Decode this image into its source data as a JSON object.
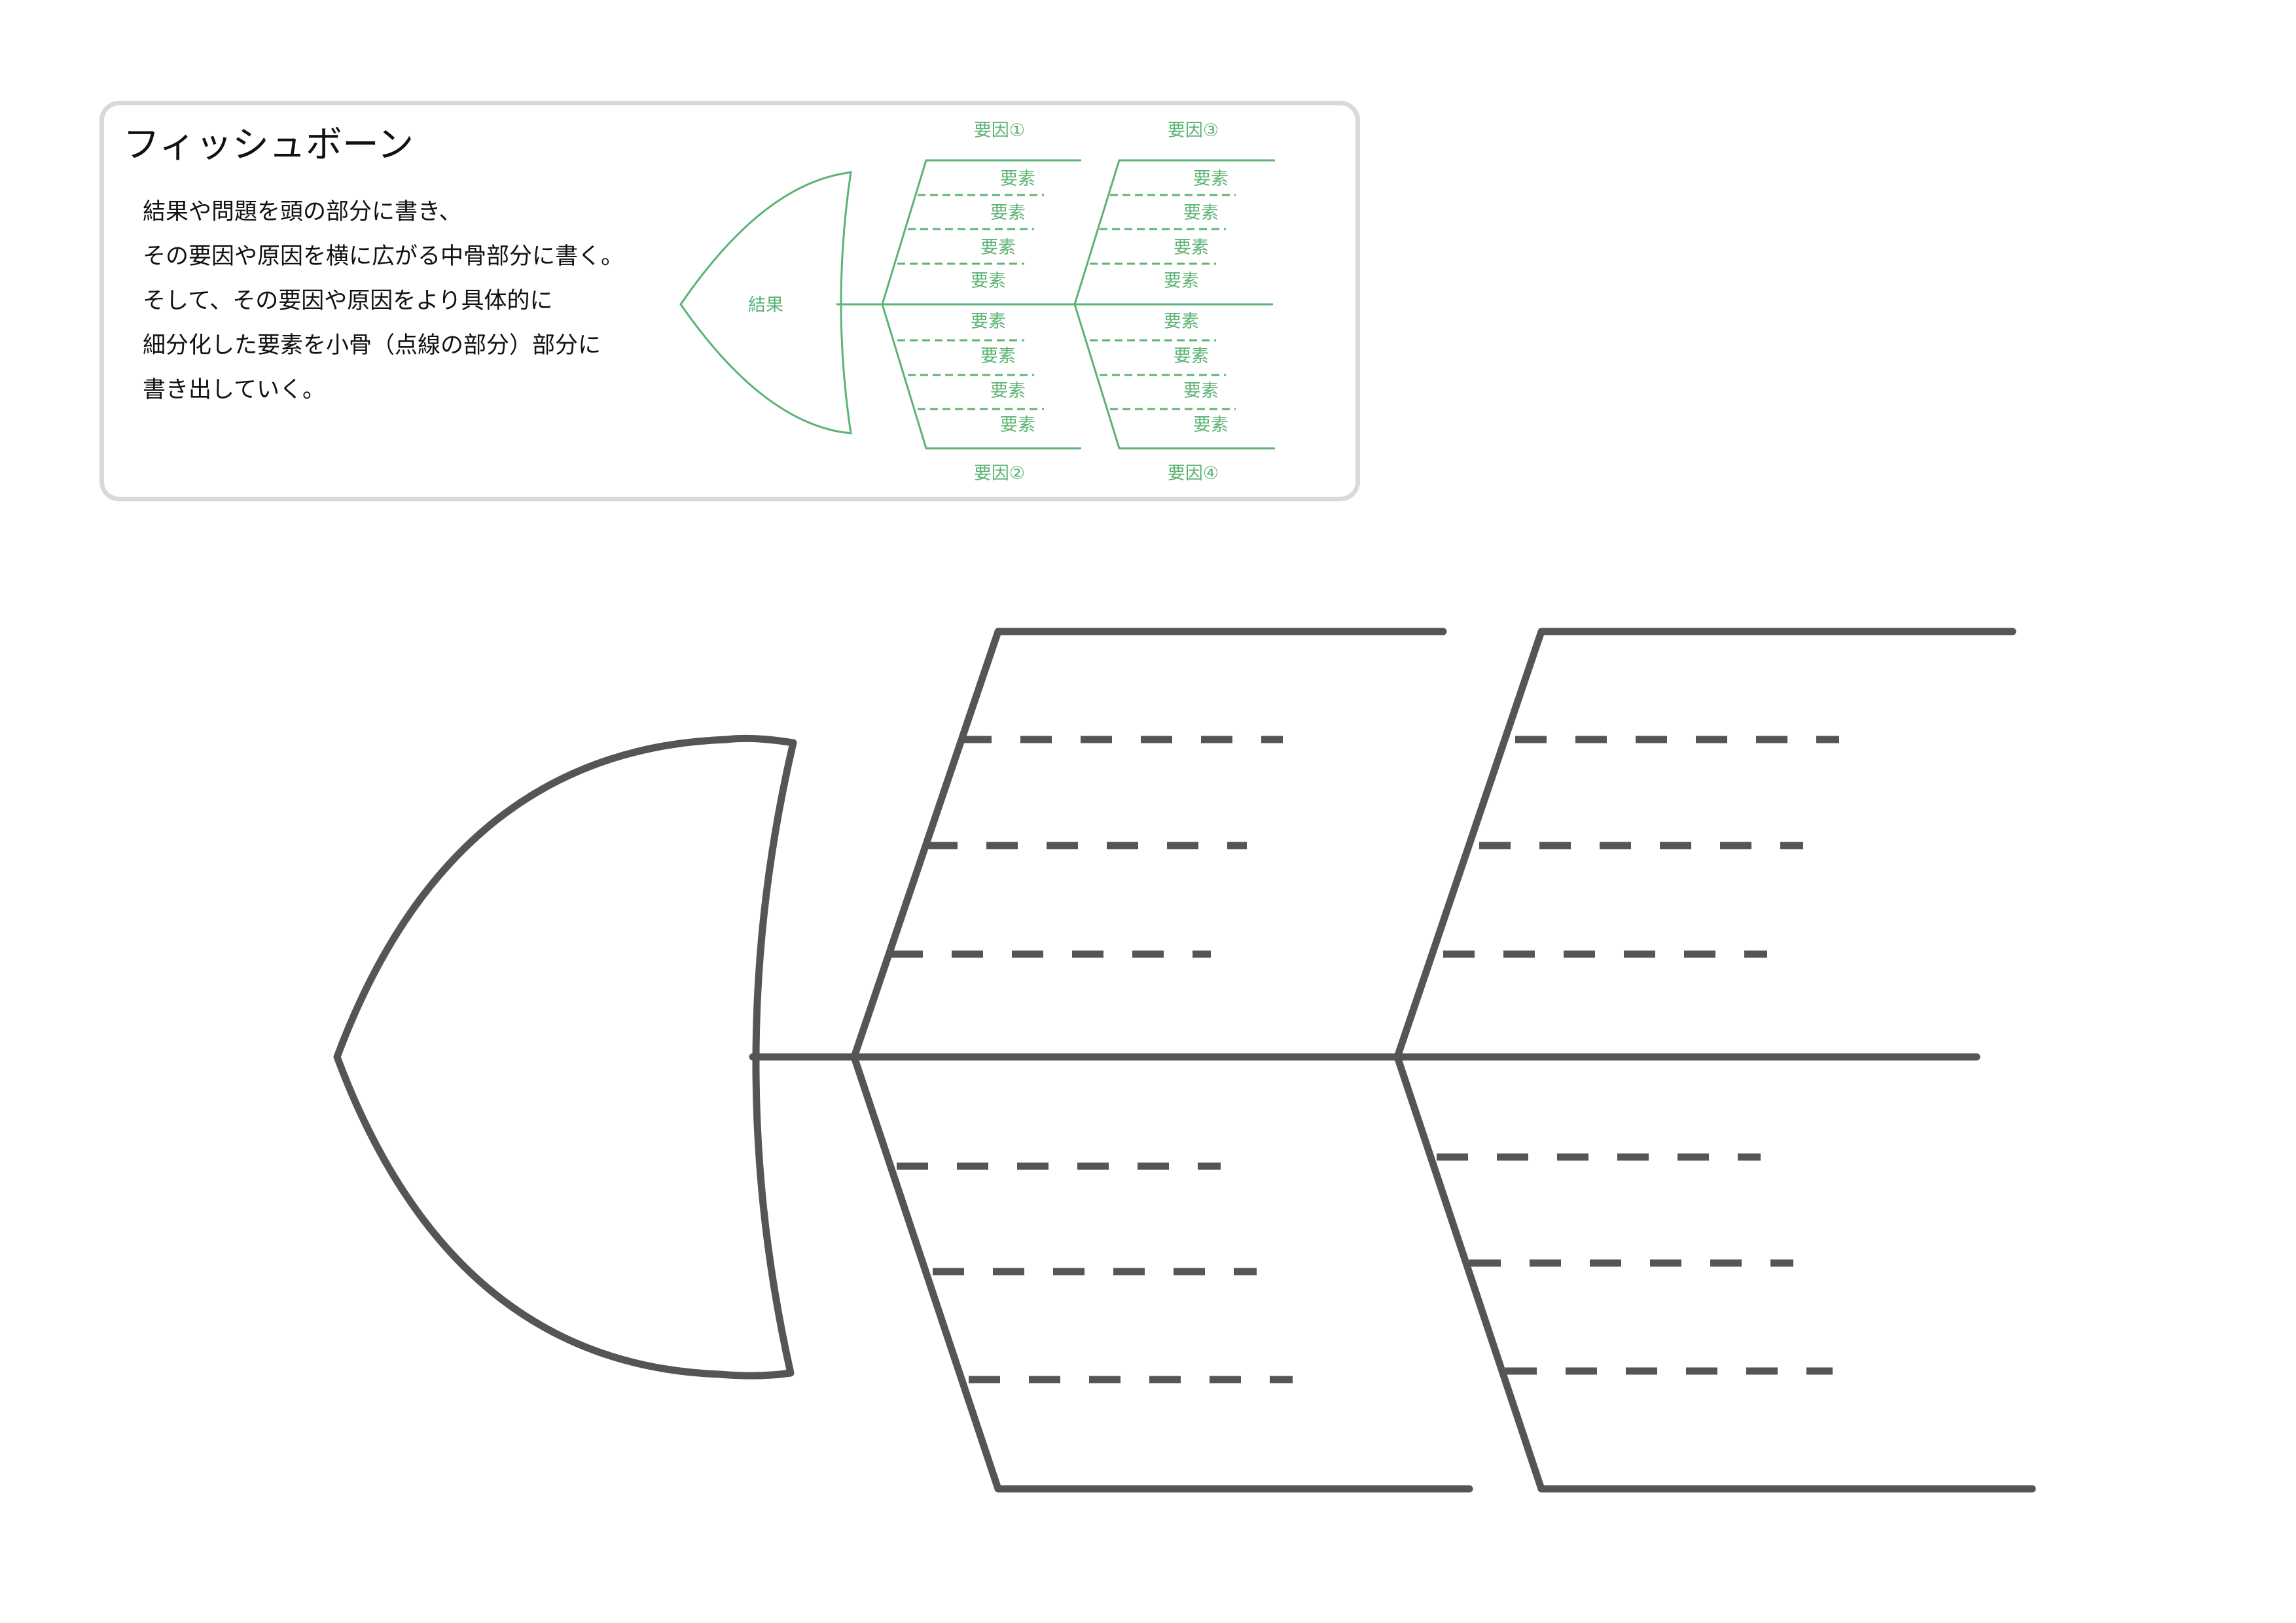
{
  "card": {
    "title": "フィッシュボーン",
    "lines": [
      "結果や問題を頭の部分に書き、",
      "その要因や原因を横に広がる中骨部分に書く。",
      "そして、その要因や原因をより具体的に",
      "細分化した要素を小骨（点線の部分）部分に",
      "書き出していく。"
    ]
  },
  "sample": {
    "head_label": "結果",
    "factor_labels": [
      "要因①",
      "要因③",
      "要因②",
      "要因④"
    ],
    "element_label": "要素"
  },
  "colors": {
    "sample_line": "#5cb374",
    "template_line": "#555555",
    "card_border": "#d9d9d9"
  }
}
